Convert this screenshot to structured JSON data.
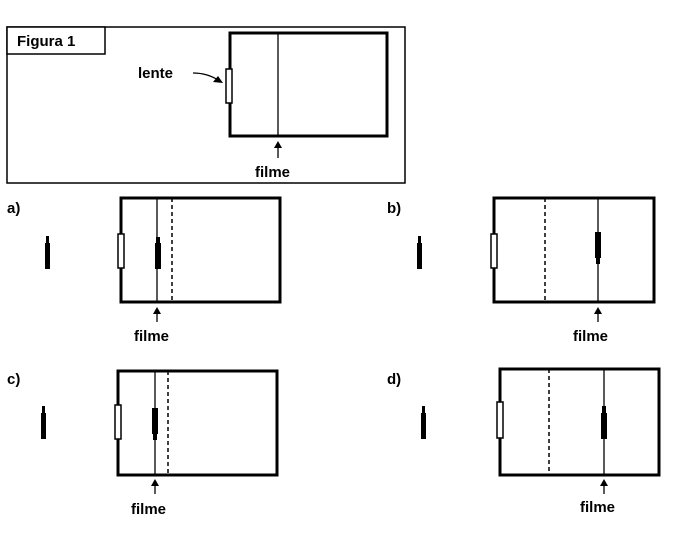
{
  "figure": {
    "title": "Figura 1",
    "lens_label": "lente",
    "film_label": "filme"
  },
  "options": [
    {
      "letter": "a)",
      "film_label": "filme"
    },
    {
      "letter": "b)",
      "film_label": "filme"
    },
    {
      "letter": "c)",
      "film_label": "filme"
    },
    {
      "letter": "d)",
      "film_label": "filme"
    }
  ]
}
